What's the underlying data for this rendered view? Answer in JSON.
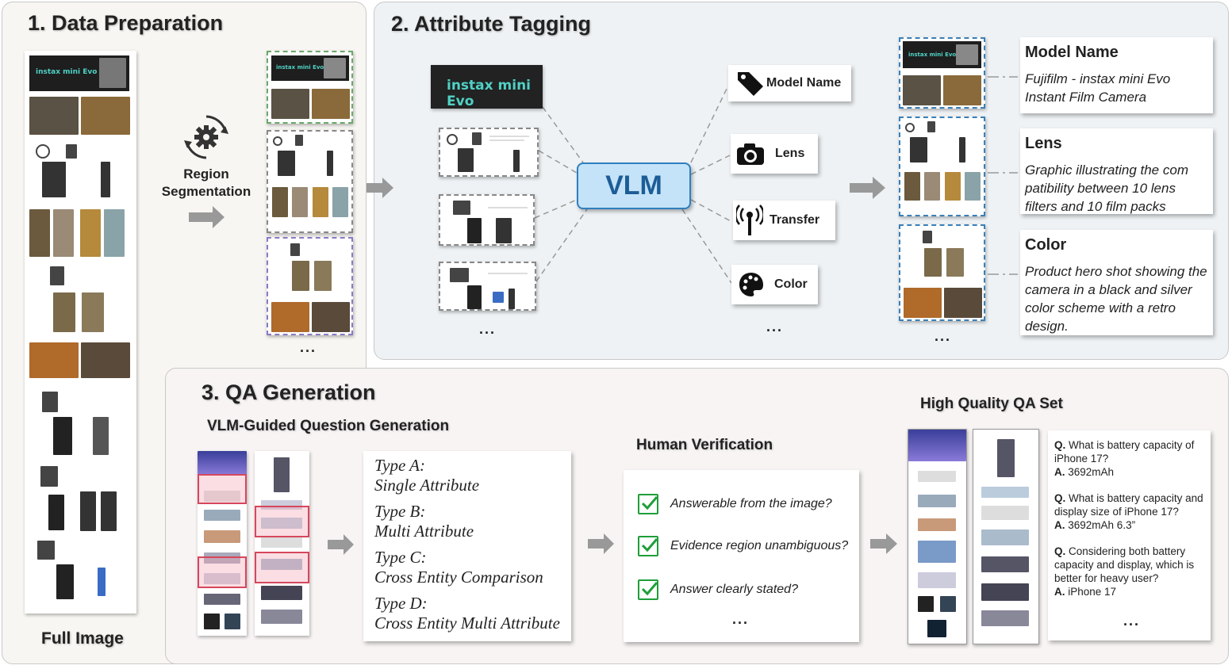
{
  "panel1": {
    "title": "1. Data Preparation",
    "region_segmentation": "Region\nSegmentation",
    "full_image_label": "Full Image",
    "product_logo_text": "instax mini Evo",
    "ellipsis": "..."
  },
  "panel2": {
    "title": "2. Attribute Tagging",
    "vlm_label": "VLM",
    "product_logo_text": "instax mini Evo",
    "attributes": [
      {
        "label": "Model Name",
        "icon": "tag-icon"
      },
      {
        "label": "Lens",
        "icon": "camera-icon"
      },
      {
        "label": "Transfer",
        "icon": "antenna-icon"
      },
      {
        "label": "Color",
        "icon": "palette-icon"
      }
    ],
    "descriptions": [
      {
        "title": "Model Name",
        "text": "Fujifilm - instax mini Evo Instant Film Camera"
      },
      {
        "title": "Lens",
        "text": "Graphic illustrating the com patibility between 10 lens filters and 10 film packs"
      },
      {
        "title": "Color",
        "text": "Product hero shot showing the camera in a black and silver color scheme with a retro design."
      }
    ],
    "ellipsis": "..."
  },
  "panel3": {
    "title": "3. QA Generation",
    "vlm_guided_title": "VLM-Guided Question Generation",
    "types": [
      {
        "name": "Type A:",
        "desc": "Single Attribute"
      },
      {
        "name": "Type B:",
        "desc": "Multi Attribute"
      },
      {
        "name": "Type C:",
        "desc": "Cross Entity Comparison"
      },
      {
        "name": "Type D:",
        "desc": "Cross Entity Multi Attribute"
      }
    ],
    "human_verification_title": "Human Verification",
    "checks": [
      "Answerable from the image?",
      "Evidence region unambiguous?",
      "Answer clearly stated?"
    ],
    "qa_set_title": "High Quality QA Set",
    "qa": [
      {
        "q_prefix": "Q.",
        "q": "What is battery capacity of iPhone 17?",
        "a_prefix": "A.",
        "a": "3692mAh"
      },
      {
        "q_prefix": "Q.",
        "q": "What is battery capacity and display size of iPhone 17?",
        "a_prefix": "A.",
        "a": "3692mAh 6.3”"
      },
      {
        "q_prefix": "Q.",
        "q": "Considering both battery capacity and display, which is better for heavy user?",
        "a_prefix": "A.",
        "a": "iPhone 17"
      }
    ],
    "ellipsis": "..."
  }
}
